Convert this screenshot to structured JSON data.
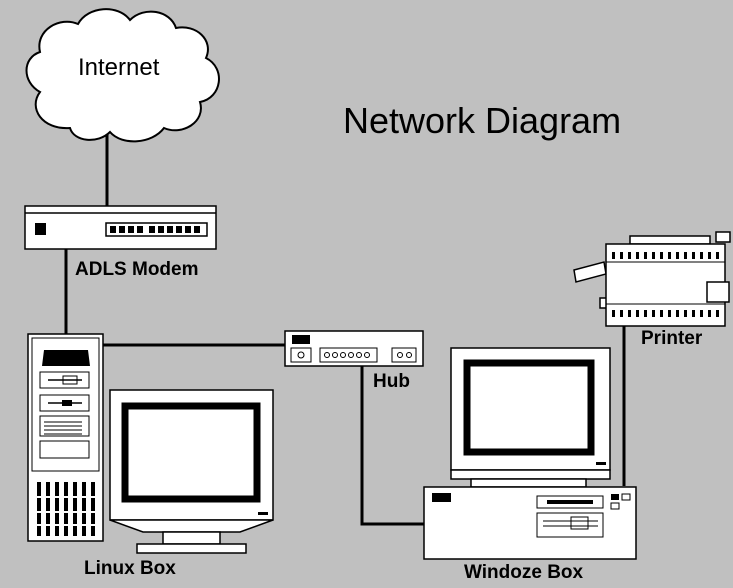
{
  "diagram": {
    "title": "Network Diagram",
    "nodes": {
      "internet": {
        "label": "Internet",
        "icon": "cloud-icon"
      },
      "modem": {
        "label": "ADLS Modem",
        "icon": "modem-icon"
      },
      "hub": {
        "label": "Hub",
        "icon": "hub-icon"
      },
      "printer": {
        "label": "Printer",
        "icon": "printer-icon"
      },
      "linux": {
        "label": "Linux Box",
        "icon": "tower-computer-icon"
      },
      "windoze": {
        "label": "Windoze Box",
        "icon": "desktop-computer-icon"
      }
    },
    "connections": [
      {
        "from": "Internet",
        "to": "ADLS Modem"
      },
      {
        "from": "ADLS Modem",
        "to": "Linux Box"
      },
      {
        "from": "Linux Box",
        "to": "Hub"
      },
      {
        "from": "Hub",
        "to": "Windoze Box"
      },
      {
        "from": "Printer",
        "to": "Windoze Box"
      }
    ],
    "colors": {
      "background": "#c0c0c0",
      "device": "#ffffff",
      "line": "#000000"
    }
  }
}
